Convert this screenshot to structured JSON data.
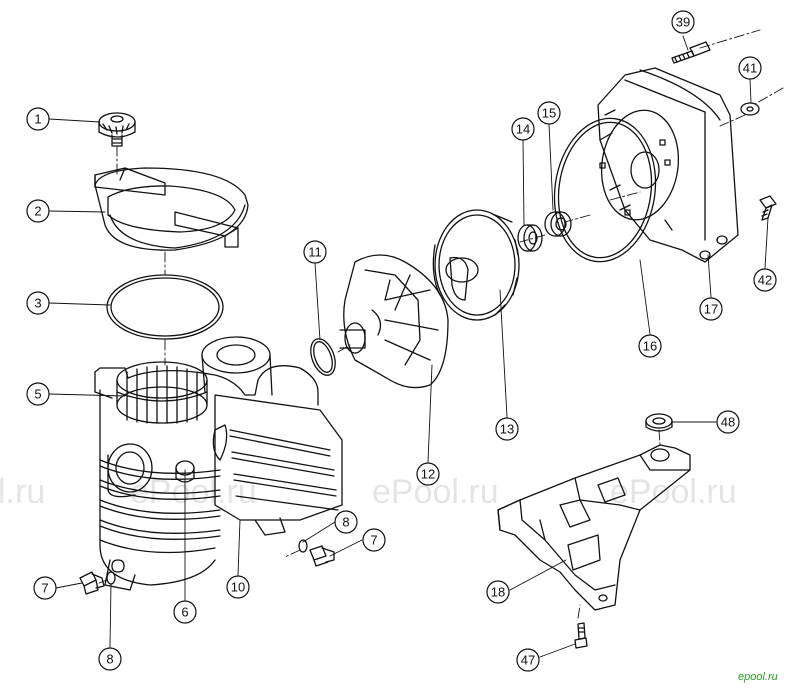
{
  "diagram": {
    "callouts": [
      {
        "id": "c1",
        "label": "1",
        "part": "lid knob"
      },
      {
        "id": "c2",
        "label": "2",
        "part": "strainer lid"
      },
      {
        "id": "c3",
        "label": "3",
        "part": "lid o-ring"
      },
      {
        "id": "c5",
        "label": "5",
        "part": "strainer basket"
      },
      {
        "id": "c6",
        "label": "6",
        "part": "drain plug"
      },
      {
        "id": "c7a",
        "label": "7",
        "part": "drain plug"
      },
      {
        "id": "c7b",
        "label": "7",
        "part": "drain plug"
      },
      {
        "id": "c8a",
        "label": "8",
        "part": "plug o-ring"
      },
      {
        "id": "c8b",
        "label": "8",
        "part": "plug o-ring"
      },
      {
        "id": "c10",
        "label": "10",
        "part": "pump body"
      },
      {
        "id": "c11",
        "label": "11",
        "part": "diffuser o-ring"
      },
      {
        "id": "c12",
        "label": "12",
        "part": "diffuser"
      },
      {
        "id": "c13",
        "label": "13",
        "part": "impeller"
      },
      {
        "id": "c14",
        "label": "14",
        "part": "seal"
      },
      {
        "id": "c15",
        "label": "15",
        "part": "seal seat"
      },
      {
        "id": "c16",
        "label": "16",
        "part": "housing o-ring"
      },
      {
        "id": "c17",
        "label": "17",
        "part": "seal plate"
      },
      {
        "id": "c18",
        "label": "18",
        "part": "motor support"
      },
      {
        "id": "c39",
        "label": "39",
        "part": "bolt"
      },
      {
        "id": "c41",
        "label": "41",
        "part": "washer"
      },
      {
        "id": "c42",
        "label": "42",
        "part": "bolt"
      },
      {
        "id": "c47",
        "label": "47",
        "part": "screw"
      },
      {
        "id": "c48",
        "label": "48",
        "part": "rubber foot"
      }
    ]
  },
  "watermark": {
    "segments": [
      "l.ru",
      "ePool.ru",
      "ePool.ru",
      "ePool.ru"
    ]
  },
  "logo": {
    "text": "epool.ru",
    "color": "#2a9a2a"
  }
}
